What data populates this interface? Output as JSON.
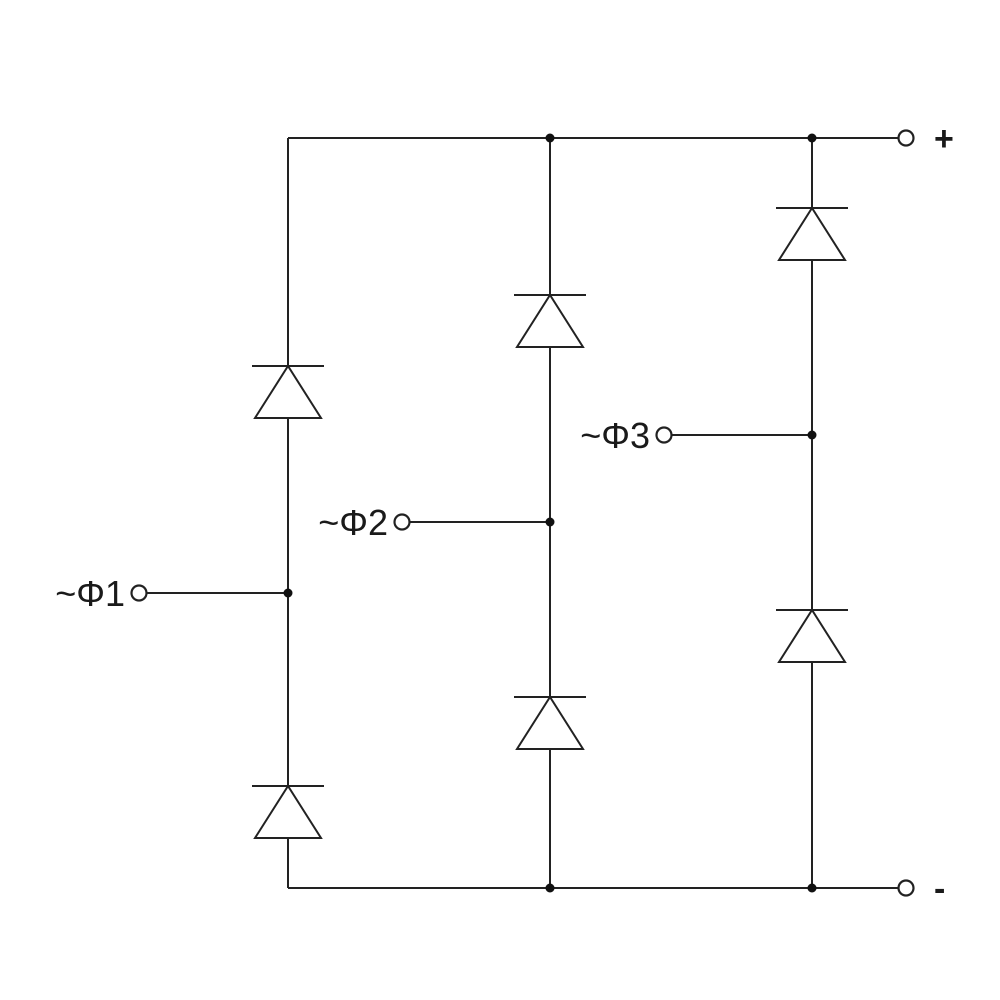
{
  "diagram": {
    "inputs": {
      "phase1": "~Φ1",
      "phase2": "~Φ2",
      "phase3": "~Φ3"
    },
    "outputs": {
      "positive": "+",
      "negative": "-"
    },
    "colors": {
      "line": "#222222",
      "background": "#ffffff"
    }
  }
}
